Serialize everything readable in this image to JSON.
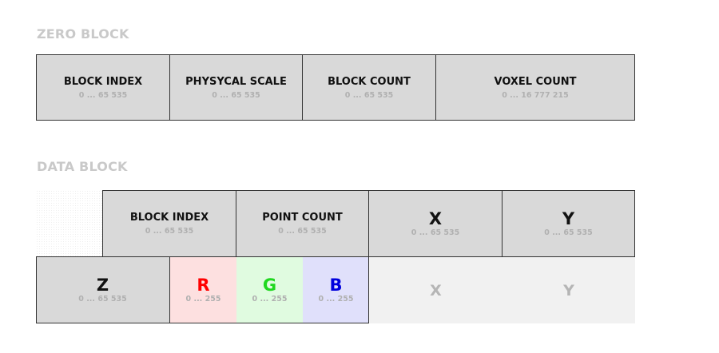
{
  "zero_block": {
    "title": "ZERO BLOCK",
    "cells": [
      {
        "label": "BLOCK INDEX",
        "range": "0 ... 65 535"
      },
      {
        "label": "PHYSYCAL SCALE",
        "range": "0 ... 65 535"
      },
      {
        "label": "BLOCK COUNT",
        "range": "0 ... 65 535"
      },
      {
        "label": "VOXEL COUNT",
        "range": "0 ... 16 777 215"
      }
    ]
  },
  "data_block": {
    "title": "DATA BLOCK",
    "row1": [
      {
        "label": "BLOCK INDEX",
        "range": "0 ... 65 535"
      },
      {
        "label": "POINT COUNT",
        "range": "0 ... 65 535"
      },
      {
        "label": "X",
        "range": "0 ... 65 535"
      },
      {
        "label": "Y",
        "range": "0 ... 65 535"
      }
    ],
    "row2": [
      {
        "label": "Z",
        "range": "0 ... 65 535"
      },
      {
        "label": "R",
        "range": "0 ... 255"
      },
      {
        "label": "G",
        "range": "0 ... 255"
      },
      {
        "label": "B",
        "range": "0 ... 255"
      },
      {
        "label": "X"
      },
      {
        "label": "Y"
      }
    ]
  },
  "colors": {
    "r_bg": "#fde0e0",
    "r_fg": "#ff0000",
    "g_bg": "#e0fbe0",
    "g_fg": "#1fd81f",
    "b_bg": "#e0e0fb",
    "b_fg": "#0000dd"
  }
}
